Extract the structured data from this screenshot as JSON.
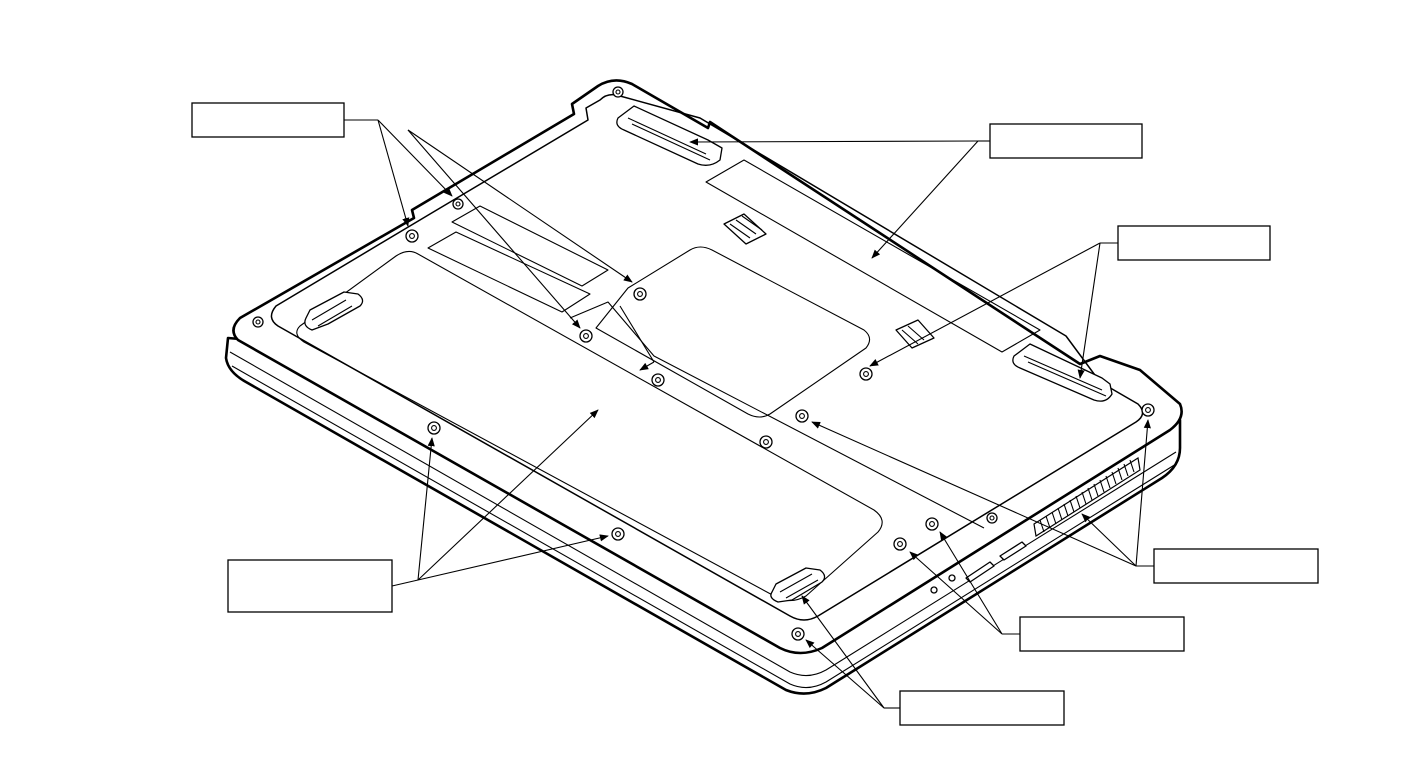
{
  "figure": {
    "subject": "laptop-underside",
    "colors": {
      "line": "#000000",
      "background": "#ffffff"
    }
  },
  "callouts": [
    {
      "id": "callout-1",
      "text": ""
    },
    {
      "id": "callout-2",
      "text": ""
    },
    {
      "id": "callout-3",
      "text": ""
    },
    {
      "id": "callout-4",
      "text": ""
    },
    {
      "id": "callout-5",
      "text": ""
    },
    {
      "id": "callout-6",
      "text": ""
    },
    {
      "id": "callout-7",
      "text": ""
    },
    {
      "id": "callout-8",
      "text": ""
    }
  ]
}
